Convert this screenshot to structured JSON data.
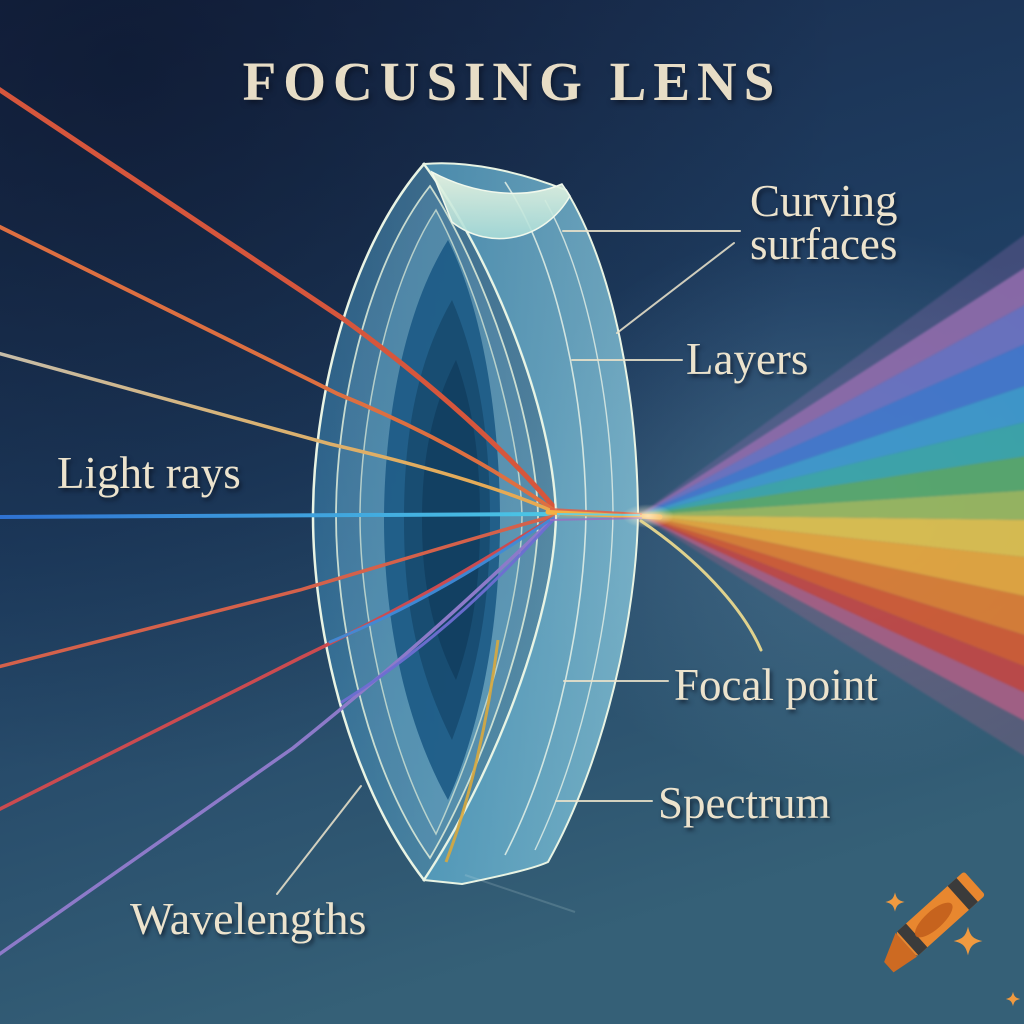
{
  "title": {
    "text": "FOCUSING LENS"
  },
  "labels": {
    "curving_surfaces": {
      "line1": "Curving",
      "line2": "surfaces"
    },
    "layers": {
      "text": "Layers"
    },
    "light_rays": {
      "text": "Light rays"
    },
    "focal_point": {
      "text": "Focal point"
    },
    "spectrum": {
      "text": "Spectrum"
    },
    "wavelengths": {
      "text": "Wavelengths"
    }
  },
  "diagram": {
    "type": "lens-ray-optics-diagram",
    "background": {
      "top": "#18294a",
      "middle": "#1f3f63",
      "bottom": "#356077"
    },
    "label_color": "#ece3cd",
    "leader_color": "#e9e1ca",
    "lens": {
      "glass_fill": "#4e9dc8",
      "rim_fill": "#79c2dc",
      "outline": "#e9f4e4",
      "inner_dark": "#174b70",
      "cap_highlight": "#e6f5dc",
      "gold_arc": "#d8a93e"
    },
    "rays_in": [
      {
        "name": "red-orange-ray",
        "color": "#d6563c"
      },
      {
        "name": "orange-ray",
        "color": "#dd6f41"
      },
      {
        "name": "gold-ray",
        "color": "#e8a84e"
      },
      {
        "name": "axis-blue-ray",
        "color": "#2f72d2"
      },
      {
        "name": "salmon-ray",
        "color": "#d4614b"
      },
      {
        "name": "crimson-ray",
        "color": "#cb4b50"
      },
      {
        "name": "violet-ray",
        "color": "#8d7ac9"
      },
      {
        "name": "blue-ray",
        "color": "#3f8ad8"
      },
      {
        "name": "indigo-ray",
        "color": "#6e6ed2"
      }
    ],
    "focal_burst_color": "#f4b043",
    "focal_leader_color": "#e9d88e",
    "spectrum_bands": [
      {
        "name": "purple",
        "color": "#8f6bab"
      },
      {
        "name": "violet",
        "color": "#6e74c4"
      },
      {
        "name": "blue",
        "color": "#4479cf"
      },
      {
        "name": "sky-blue",
        "color": "#3f9bcf"
      },
      {
        "name": "teal",
        "color": "#3da8ad"
      },
      {
        "name": "green",
        "color": "#5aaa6e"
      },
      {
        "name": "yellow-green",
        "color": "#9cba60"
      },
      {
        "name": "yellow",
        "color": "#e2c24f"
      },
      {
        "name": "amber",
        "color": "#e9a83e"
      },
      {
        "name": "orange",
        "color": "#e07f35"
      },
      {
        "name": "red-orange",
        "color": "#d55c33"
      },
      {
        "name": "red",
        "color": "#c34744"
      },
      {
        "name": "magenta",
        "color": "#a85f84"
      }
    ]
  },
  "watermark": {
    "icon": "crayon-icon",
    "crayon_color": "#e8872f",
    "crayon_tip_color": "#cd6a22",
    "band_color": "#3b3b3b",
    "label_oval_color": "#c25f1d",
    "sparkle_color": "#f09a40"
  }
}
